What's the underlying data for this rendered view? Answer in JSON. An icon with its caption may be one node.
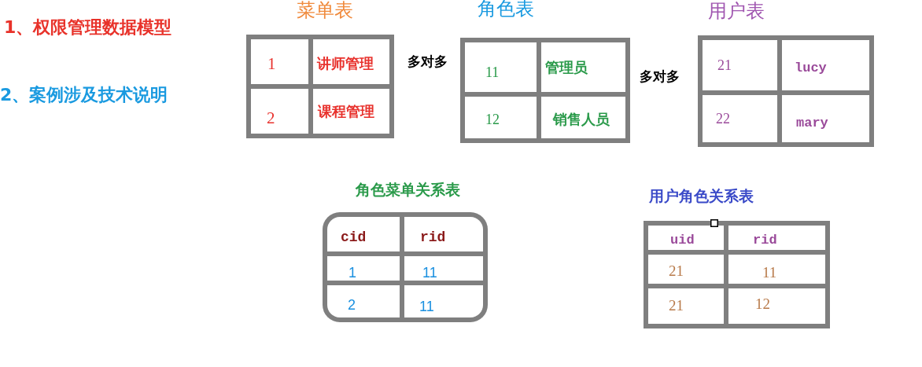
{
  "diagram": {
    "nodes": [
      {
        "text": [
          "菜单表"
        ]
      },
      {
        "text": [
          "1"
        ],
        "in": 0
      },
      {
        "text": [
          "讲师管理"
        ],
        "in": 0
      },
      {
        "text": [
          "2"
        ],
        "in": 0
      },
      {
        "text": [
          "课程管理"
        ],
        "in": 0
      },
      {
        "text": [
          "角色表"
        ]
      },
      {
        "text": [
          "11"
        ],
        "in": 5
      },
      {
        "text": [
          "管理员"
        ],
        "in": 5
      },
      {
        "text": [
          "12"
        ],
        "in": 5
      },
      {
        "text": [
          "销售人员"
        ],
        "in": 5
      },
      {
        "text": [
          "用户表"
        ]
      },
      {
        "text": [
          "21"
        ],
        "in": 10
      },
      {
        "text": [
          "lucy"
        ],
        "in": 10
      },
      {
        "text": [
          "22"
        ],
        "in": 10
      },
      {
        "text": [
          "mary"
        ],
        "in": 10
      },
      {
        "text": [
          "角色菜单关系表"
        ]
      },
      {
        "text": [
          "cid"
        ],
        "in": 15
      },
      {
        "text": [
          "rid"
        ],
        "in": 15
      },
      {
        "text": [
          "1"
        ],
        "in": 15
      },
      {
        "text": [
          "11"
        ],
        "in": 15
      },
      {
        "text": [
          "2"
        ],
        "in": 15
      },
      {
        "text": [
          "11"
        ],
        "in": 15
      },
      {
        "text": [
          "用户角色关系表"
        ]
      },
      {
        "text": [
          "uid"
        ],
        "in": 22
      },
      {
        "text": [
          "rid"
        ],
        "in": 22
      },
      {
        "text": [
          "21"
        ],
        "in": 22
      },
      {
        "text": [
          "11"
        ],
        "in": 22
      },
      {
        "text": [
          "21"
        ],
        "in": 22
      },
      {
        "text": [
          "12"
        ],
        "in": 22
      }
    ],
    "labels": [
      "1、权限管理数据模型",
      "多对多",
      "多对多",
      "2、案例涉及技术说明"
    ]
  }
}
